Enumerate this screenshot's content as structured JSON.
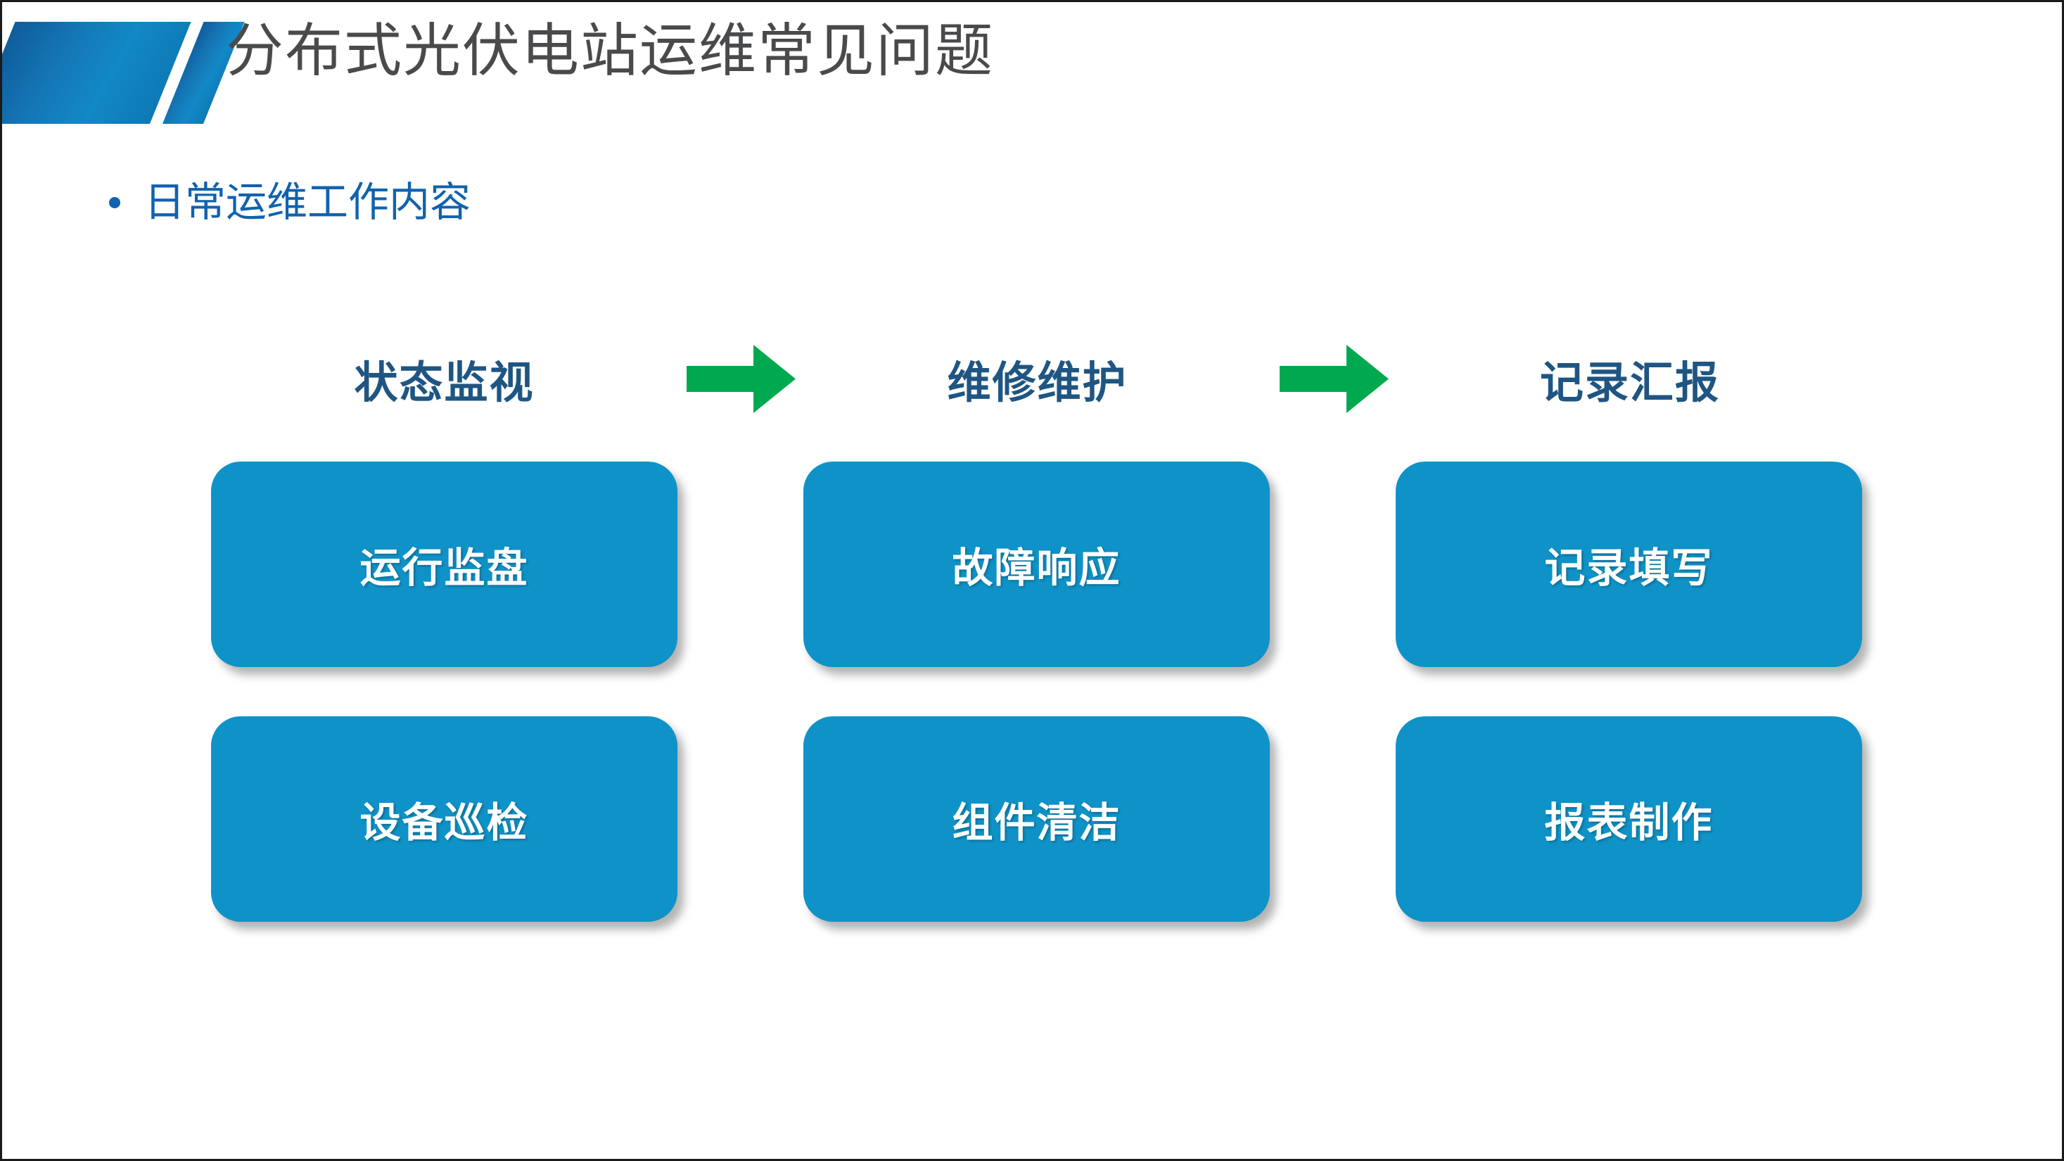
{
  "slide": {
    "title": "分布式光伏电站运维常见问题",
    "bullet": "日常运维工作内容"
  },
  "colors": {
    "title_text": "#484a4c",
    "bullet_text": "#1062ae",
    "header_text": "#1f5582",
    "box_fill": "#0f92c7",
    "box_text": "#ffffff",
    "arrow_fill": "#00a94f",
    "logo_blue_dark": "#0f5c9c",
    "logo_blue_light": "#1288c6"
  },
  "flow": {
    "columns": [
      {
        "header": "状态监视",
        "boxes": [
          "运行监盘",
          "设备巡检"
        ]
      },
      {
        "header": "维修维护",
        "boxes": [
          "故障响应",
          "组件清洁"
        ]
      },
      {
        "header": "记录汇报",
        "boxes": [
          "记录填写",
          "报表制作"
        ]
      }
    ],
    "arrows": [
      {
        "icon": "arrow-right-icon"
      },
      {
        "icon": "arrow-right-icon"
      }
    ]
  }
}
